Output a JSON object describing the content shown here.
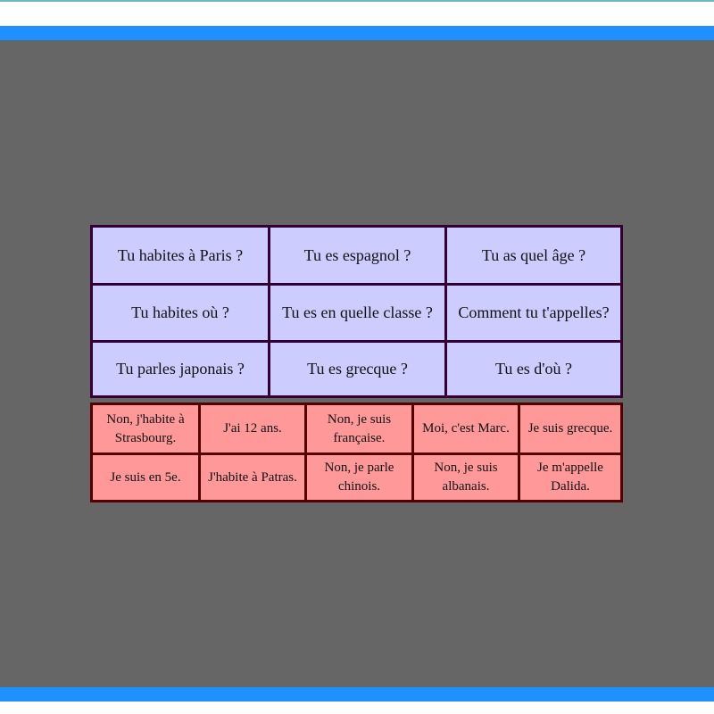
{
  "colors": {
    "bar": "#1e90ff",
    "stage": "#666666",
    "question_bg": "#ccccff",
    "question_border": "#330033",
    "answer_bg": "#ff9999",
    "answer_border": "#550000"
  },
  "questions": [
    "Tu habites à Paris ?",
    "Tu es espagnol ?",
    "Tu as quel âge ?",
    "Tu habites où ?",
    "Tu es en quelle classe ?",
    "Comment tu t'appelles?",
    "Tu parles japonais ?",
    "Tu es grecque ?",
    "Tu es d'où ?"
  ],
  "answers": [
    "Non, j'habite à Strasbourg.",
    "J'ai 12 ans.",
    "Non, je suis française.",
    "Moi, c'est Marc.",
    "Je suis grecque.",
    "Je suis en 5e.",
    "J'habite à Patras.",
    "Non, je parle chinois.",
    "Non, je suis albanais.",
    "Je m'appelle Dalida."
  ]
}
